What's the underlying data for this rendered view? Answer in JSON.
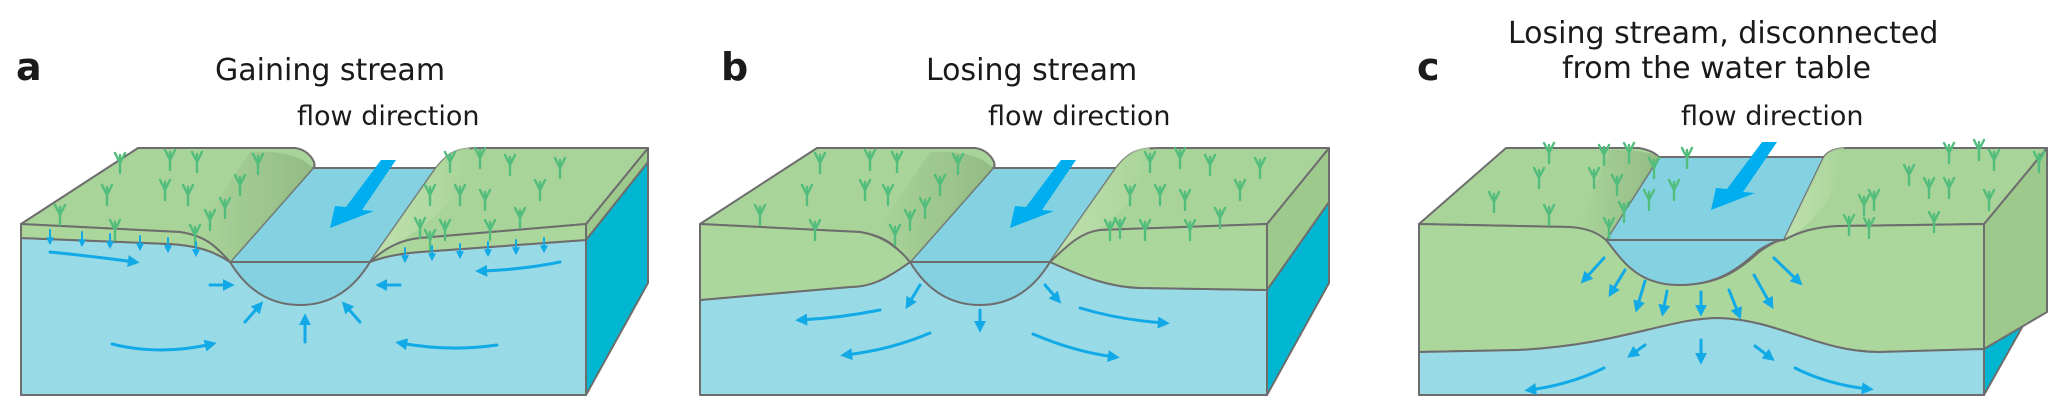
{
  "figure": {
    "panels": [
      {
        "id": "a",
        "letter": "a",
        "title_lines": [
          "Gaining stream"
        ],
        "flow_label": "flow direction",
        "type": "gaining"
      },
      {
        "id": "b",
        "letter": "b",
        "title_lines": [
          "Losing stream"
        ],
        "flow_label": "flow direction",
        "type": "losing-connected"
      },
      {
        "id": "c",
        "letter": "c",
        "title_lines": [
          "Losing stream, disconnected",
          "from the water table"
        ],
        "flow_label": "flow direction",
        "type": "losing-disconnected"
      }
    ]
  },
  "colors": {
    "land_top": "#a9d499",
    "land_slope_dark": "#93b985",
    "land_slope_light": "#c2e0b0",
    "land_side": "#9ec98d",
    "unsaturated_zone": "#acd79c",
    "stream_water": "#84d2e1",
    "groundwater": "#99dae7",
    "side_water": "#00b6d1",
    "flow_arrow": "#00adef",
    "gw_arrow": "#11a9e6",
    "grass": "#52bd7c",
    "outline": "#6d6d6d",
    "text": "#1a1a1a"
  }
}
